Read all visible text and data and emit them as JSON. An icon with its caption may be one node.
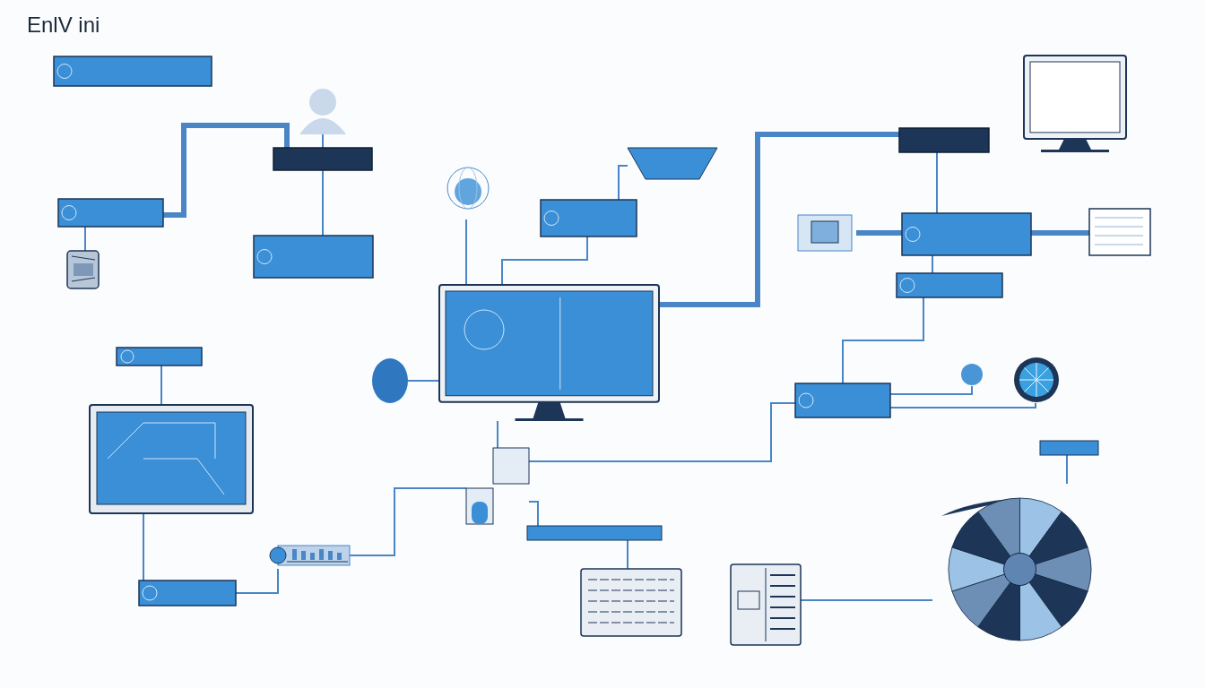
{
  "diagram": {
    "title": "EnlV ini",
    "nodes": [
      {
        "text": [],
        "shape": "box"
      },
      {
        "text": [],
        "shape": "person"
      },
      {
        "text": [],
        "shape": "box"
      },
      {
        "text": [],
        "shape": "box"
      },
      {
        "text": [],
        "shape": "picture"
      },
      {
        "text": [],
        "shape": "box"
      },
      {
        "text": [],
        "shape": "picture"
      },
      {
        "text": [],
        "shape": "box"
      },
      {
        "text": [],
        "shape": "picture"
      },
      {
        "text": [],
        "shape": "box"
      },
      {
        "text": [],
        "shape": "picture"
      },
      {
        "text": [],
        "shape": "picture"
      },
      {
        "text": [],
        "shape": "box"
      },
      {
        "text": [],
        "shape": "box"
      },
      {
        "text": [],
        "shape": "box"
      },
      {
        "text": [],
        "shape": "picture"
      },
      {
        "text": [],
        "shape": "box"
      },
      {
        "text": [],
        "shape": "picture"
      },
      {
        "text": [],
        "shape": "picture"
      },
      {
        "text": [],
        "shape": "box"
      },
      {
        "text": [],
        "shape": "circle"
      },
      {
        "text": [],
        "shape": "circle"
      },
      {
        "text": [],
        "shape": "bar"
      },
      {
        "text": [],
        "shape": "picture"
      },
      {
        "text": [],
        "shape": "bar"
      },
      {
        "text": [],
        "shape": "box"
      },
      {
        "text": [],
        "shape": "picture"
      },
      {
        "text": [],
        "shape": "picture"
      },
      {
        "text": [],
        "shape": "picture"
      },
      {
        "text": [],
        "shape": "picture"
      }
    ],
    "edges": [
      {
        "from": 2,
        "to": 5,
        "arrow": "none"
      },
      {
        "from": 3,
        "to": 4,
        "arrow": "none"
      },
      {
        "from": 3,
        "to": 2,
        "arrow": "none",
        "style": "thick"
      },
      {
        "from": 8,
        "to": 7,
        "arrow": "none"
      },
      {
        "from": 7,
        "to": 15,
        "arrow": "none"
      },
      {
        "from": 15,
        "to": 9,
        "arrow": "none",
        "style": "thick"
      },
      {
        "from": 9,
        "to": 12,
        "arrow": "none"
      },
      {
        "from": 11,
        "to": 12,
        "arrow": "none",
        "style": "thick"
      },
      {
        "from": 12,
        "to": 13,
        "arrow": "none",
        "style": "thick"
      },
      {
        "from": 12,
        "to": 14,
        "arrow": "none"
      },
      {
        "from": 16,
        "to": 17,
        "arrow": "none"
      },
      {
        "from": 17,
        "to": 25,
        "arrow": "none"
      },
      {
        "from": 26,
        "to": 25,
        "arrow": "none"
      },
      {
        "from": 26,
        "to": 23,
        "arrow": "none"
      },
      {
        "from": 15,
        "to": 23,
        "arrow": "none"
      },
      {
        "from": 23,
        "to": 24,
        "arrow": "none"
      },
      {
        "from": 23,
        "to": 19,
        "arrow": "none"
      },
      {
        "from": 19,
        "to": 20,
        "arrow": "none"
      },
      {
        "from": 21,
        "to": 19,
        "arrow": "none"
      },
      {
        "from": 14,
        "to": 19,
        "arrow": "none"
      },
      {
        "from": 6,
        "to": 15,
        "arrow": "none"
      },
      {
        "from": 18,
        "to": 15,
        "arrow": "none"
      },
      {
        "from": 24,
        "to": 27,
        "arrow": "none"
      },
      {
        "from": 28,
        "to": 29,
        "arrow": "none"
      },
      {
        "from": 22,
        "to": 29,
        "arrow": "none"
      },
      {
        "from": 1,
        "to": 2,
        "arrow": "none"
      }
    ]
  }
}
